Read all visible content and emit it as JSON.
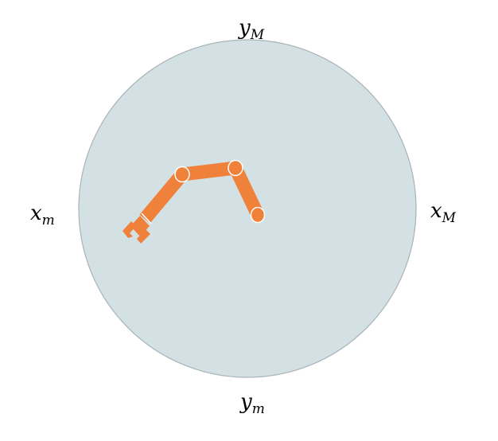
{
  "diagram": {
    "workspace_color": "#d3e1e5",
    "workspace_border_color": "#a9b3b7",
    "arm_color": "#f0813a",
    "joint_outline_color": "#ffffff",
    "labels": {
      "y_max": {
        "base": "y",
        "sub": "M"
      },
      "y_min": {
        "base": "y",
        "sub": "m"
      },
      "x_min": {
        "base": "x",
        "sub": "m"
      },
      "x_max": {
        "base": "x",
        "sub": "M"
      }
    },
    "components": [
      "circular-workspace",
      "robot-arm",
      "gripper",
      "shoulder-joint",
      "elbow-joint",
      "wrist-joint"
    ]
  }
}
